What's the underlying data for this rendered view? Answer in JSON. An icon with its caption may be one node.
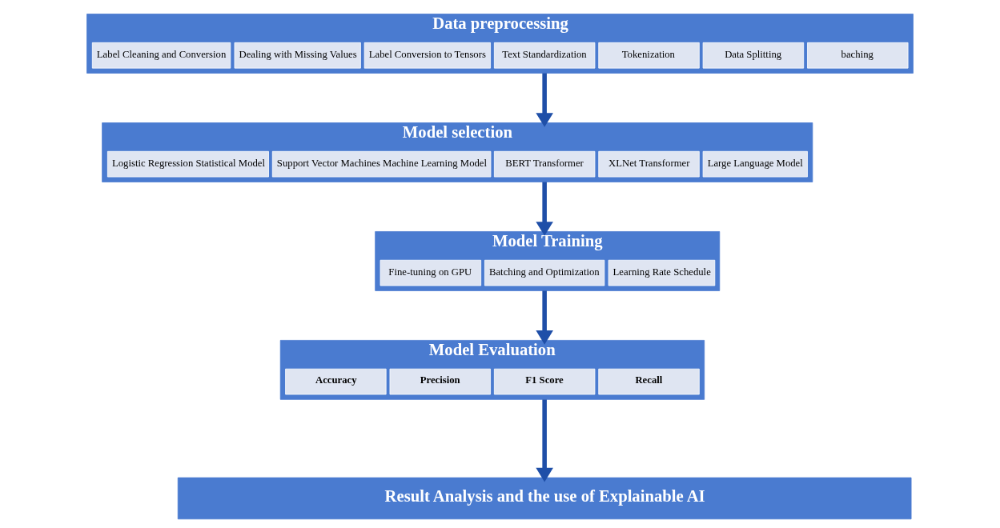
{
  "diagram": {
    "nodes": [
      {
        "text": [
          "Data preprocessing"
        ]
      },
      {
        "text": [
          "Label Cleaning and Conversion"
        ],
        "in": 0
      },
      {
        "text": [
          "Dealing with Missing Values"
        ],
        "in": 0
      },
      {
        "text": [
          "Label Conversion to Tensors"
        ],
        "in": 0
      },
      {
        "text": [
          "Text Standardization"
        ],
        "in": 0
      },
      {
        "text": [
          "Tokenization"
        ],
        "in": 0
      },
      {
        "text": [
          "Data Splitting"
        ],
        "in": 0
      },
      {
        "text": [
          "baching"
        ],
        "in": 0
      },
      {
        "text": [
          "Model selection"
        ]
      },
      {
        "text": [
          "Logistic Regression Statistical Model"
        ],
        "in": 8
      },
      {
        "text": [
          "Support Vector Machines Machine Learning Model"
        ],
        "in": 8
      },
      {
        "text": [
          "BERT Transformer"
        ],
        "in": 8
      },
      {
        "text": [
          "XLNet Transformer"
        ],
        "in": 8
      },
      {
        "text": [
          "Large Language Model"
        ],
        "in": 8
      },
      {
        "text": [
          "Model Training"
        ]
      },
      {
        "text": [
          "Fine-tuning on GPU"
        ],
        "in": 14
      },
      {
        "text": [
          "Batching and Optimization"
        ],
        "in": 14
      },
      {
        "text": [
          "Learning Rate Schedule"
        ],
        "in": 14
      },
      {
        "text": [
          "Model Evaluation"
        ]
      },
      {
        "text": [
          "Accuracy"
        ],
        "in": 18
      },
      {
        "text": [
          "Precision"
        ],
        "in": 18
      },
      {
        "text": [
          "F1 Score"
        ],
        "in": 18
      },
      {
        "text": [
          "Recall"
        ],
        "in": 18
      },
      {
        "text": [
          "Result Analysis and the use of Explainable AI"
        ]
      }
    ],
    "edges": [
      {
        "from": 0,
        "to": 8,
        "arrow": "to"
      },
      {
        "from": 8,
        "to": 14,
        "arrow": "to"
      },
      {
        "from": 14,
        "to": 18,
        "arrow": "to"
      },
      {
        "from": 18,
        "to": 23,
        "arrow": "to"
      }
    ]
  }
}
